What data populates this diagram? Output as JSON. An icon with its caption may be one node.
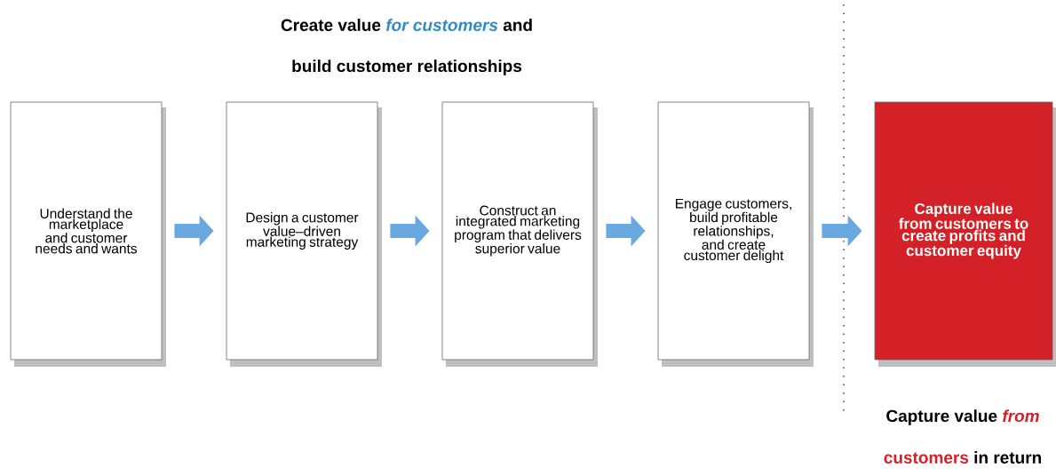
{
  "diagram": {
    "nodes": [
      {
        "text": [
          "Understand the marketplace and customer needs and wants"
        ]
      },
      {
        "text": [
          "Design a customer value–driven marketing strategy"
        ]
      },
      {
        "text": [
          "Construct an integrated marketing program that delivers superior value"
        ]
      },
      {
        "text": [
          "Engage customers, build profitable relationships, and create customer delight"
        ]
      },
      {
        "text": [
          "Capture value from customers to create profits and customer equity"
        ]
      }
    ],
    "edges": [
      {
        "from": 0,
        "to": 1,
        "arrow": "to"
      },
      {
        "from": 1,
        "to": 2,
        "arrow": "to"
      },
      {
        "from": 2,
        "to": 3,
        "arrow": "to"
      },
      {
        "from": 3,
        "to": 4,
        "arrow": "to"
      }
    ],
    "labels": [
      "Create value",
      "*for customers*",
      "and",
      "build customer relationships",
      "Capture value",
      "*from*",
      "customers",
      "in return"
    ]
  }
}
